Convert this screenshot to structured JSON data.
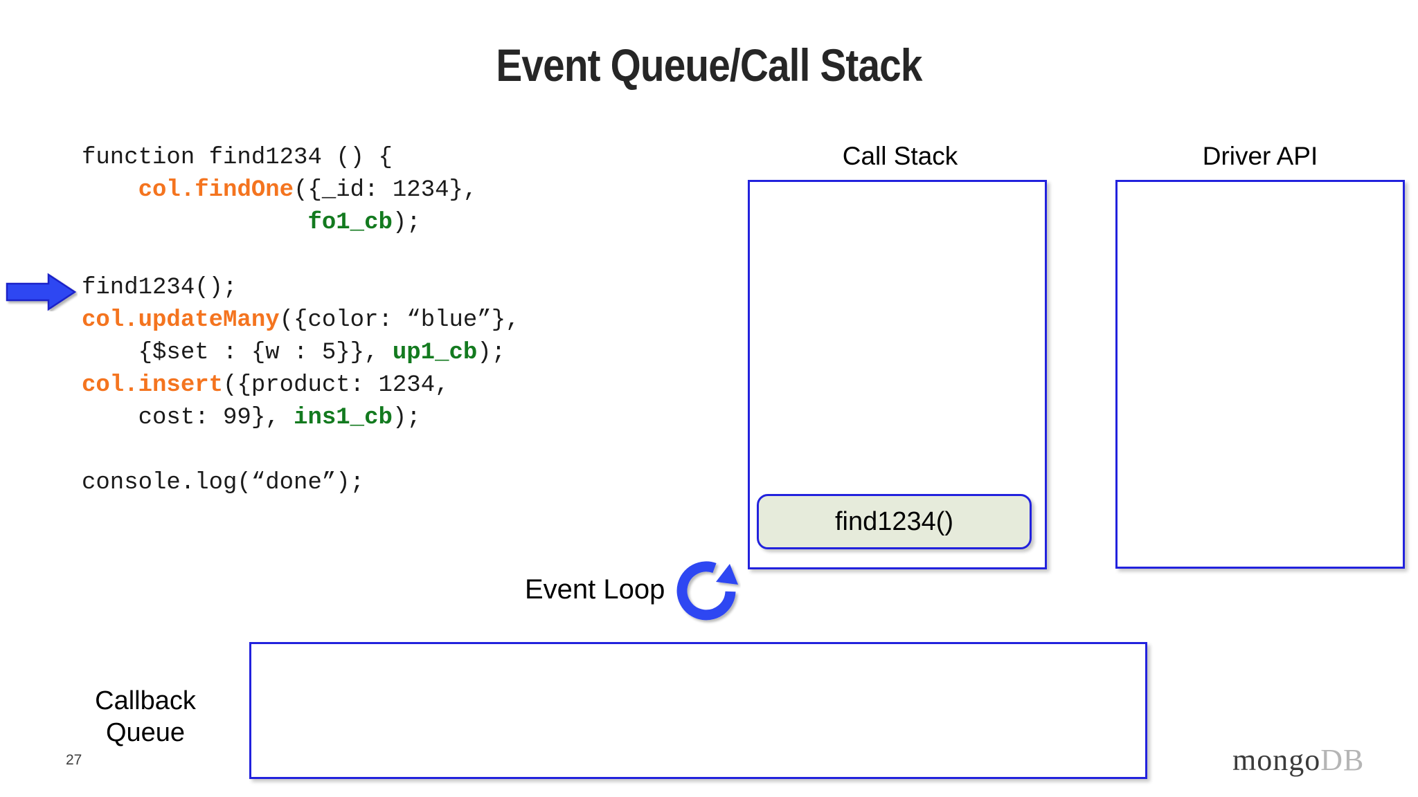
{
  "slide": {
    "title": "Event Queue/Call Stack",
    "page_number": "27",
    "logo": {
      "primary": "mongo",
      "secondary": "DB"
    }
  },
  "code": {
    "lines": [
      {
        "segments": [
          {
            "text": "function find1234 () {",
            "style": "plain"
          }
        ]
      },
      {
        "segments": [
          {
            "text": "    ",
            "style": "plain"
          },
          {
            "text": "col.findOne",
            "style": "orange"
          },
          {
            "text": "({_id: 1234},",
            "style": "plain"
          }
        ]
      },
      {
        "segments": [
          {
            "text": "                ",
            "style": "plain"
          },
          {
            "text": "fo1_cb",
            "style": "green"
          },
          {
            "text": ");",
            "style": "plain"
          }
        ]
      },
      {
        "segments": [
          {
            "text": "",
            "style": "plain"
          }
        ]
      },
      {
        "segments": [
          {
            "text": "find1234();",
            "style": "plain"
          }
        ]
      },
      {
        "segments": [
          {
            "text": "col.updateMany",
            "style": "orange"
          },
          {
            "text": "({color: “blue”},",
            "style": "plain"
          }
        ]
      },
      {
        "segments": [
          {
            "text": "    {$set : {w : 5}}, ",
            "style": "plain"
          },
          {
            "text": "up1_cb",
            "style": "green"
          },
          {
            "text": ");",
            "style": "plain"
          }
        ]
      },
      {
        "segments": [
          {
            "text": "col.insert",
            "style": "orange"
          },
          {
            "text": "({product: 1234,",
            "style": "plain"
          }
        ]
      },
      {
        "segments": [
          {
            "text": "    cost: 99}, ",
            "style": "plain"
          },
          {
            "text": "ins1_cb",
            "style": "green"
          },
          {
            "text": ");",
            "style": "plain"
          }
        ]
      },
      {
        "segments": [
          {
            "text": "",
            "style": "plain"
          }
        ]
      },
      {
        "segments": [
          {
            "text": "console.log(“done”);",
            "style": "plain"
          }
        ]
      }
    ]
  },
  "panels": {
    "call_stack": {
      "label": "Call Stack",
      "frames": [
        "find1234()"
      ]
    },
    "driver_api": {
      "label": "Driver API",
      "frames": []
    },
    "callback_queue": {
      "label": "Callback\nQueue",
      "label_line1": "Callback",
      "label_line2": "Queue",
      "items": []
    }
  },
  "event_loop": {
    "label": "Event Loop",
    "icon": "circular-arrow-icon"
  },
  "pointer": {
    "icon": "right-arrow-icon",
    "points_at_line": "find1234();"
  },
  "colors": {
    "border_blue": "#2222dd",
    "arrow_blue": "#2d3df0",
    "method_orange": "#f4741f",
    "callback_green": "#137a1f",
    "frame_fill": "#e6ebdb",
    "title_gray": "#262626"
  }
}
